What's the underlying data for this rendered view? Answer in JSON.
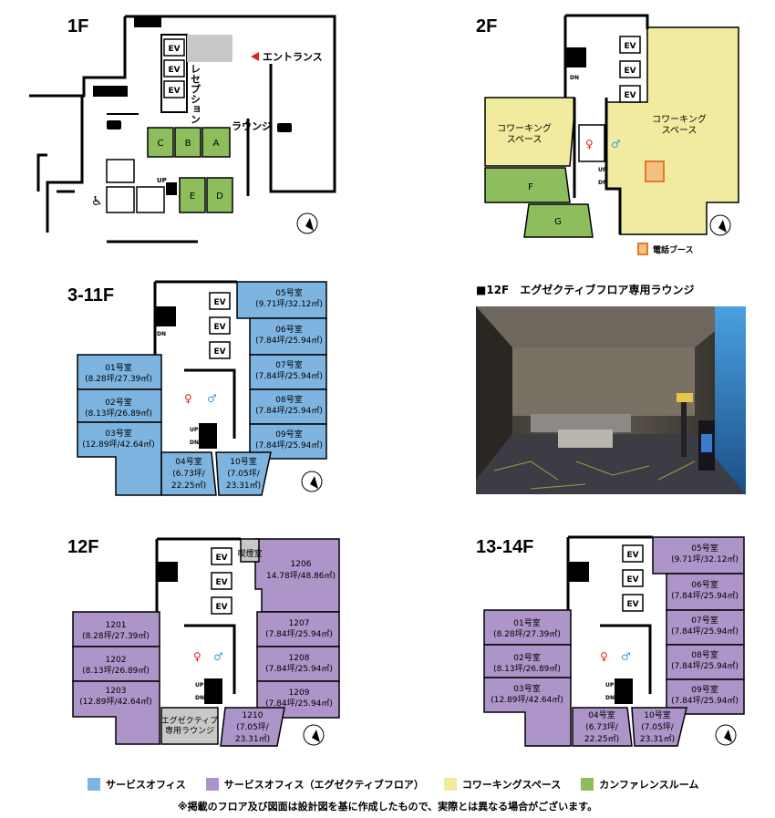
{
  "colors": {
    "service_office": "#7eb4e0",
    "executive_office": "#ad94c9",
    "coworking": "#f1eba0",
    "conference": "#8dbd5c",
    "booth": "#e07a2d",
    "wall": "#000000",
    "gray_room": "#c8c8c8"
  },
  "floor_1": {
    "title": "1F",
    "entrance_label": "エントランス",
    "reception_label": "レセプション",
    "lounge_label": "ラウンジ",
    "elevator_label": "EV",
    "up_label": "UP",
    "rooms": [
      "A",
      "B",
      "C",
      "D",
      "E"
    ]
  },
  "floor_2": {
    "title": "2F",
    "coworking_left": "コワーキング\nスペース",
    "coworking_right": "コワーキング\nスペース",
    "rooms": [
      "F",
      "G"
    ],
    "elevator_label": "EV",
    "up_label": "UP",
    "dn_label": "DN",
    "booth_label": "電話ブース"
  },
  "floor_3_11": {
    "title": "3-11F",
    "elevator_label": "EV",
    "up_label": "UP",
    "dn_label": "DN",
    "rooms": [
      {
        "name": "05号室",
        "size": "(9.71坪/32.12㎡)"
      },
      {
        "name": "06号室",
        "size": "(7.84坪/25.94㎡)"
      },
      {
        "name": "07号室",
        "size": "(7.84坪/25.94㎡)"
      },
      {
        "name": "08号室",
        "size": "(7.84坪/25.94㎡)"
      },
      {
        "name": "09号室",
        "size": "(7.84坪/25.94㎡)"
      },
      {
        "name": "01号室",
        "size": "(8.28坪/27.39㎡)"
      },
      {
        "name": "02号室",
        "size": "(8.13坪/26.89㎡)"
      },
      {
        "name": "03号室",
        "size": "(12.89坪/42.64㎡)"
      },
      {
        "name": "04号室",
        "size1": "(6.73坪/",
        "size2": "22.25㎡)"
      },
      {
        "name": "10号室",
        "size1": "(7.05坪/",
        "size2": "23.31㎡)"
      }
    ]
  },
  "photo": {
    "title": "■12F　エグゼクティブフロア専用ラウンジ"
  },
  "floor_12": {
    "title": "12F",
    "elevator_label": "EV",
    "up_label": "UP",
    "dn_label": "DN",
    "smoking_label": "喫煙室",
    "lounge_label": "エグゼクティブ\n専用ラウンジ",
    "rooms": [
      {
        "name": "1206",
        "size": "14.78坪/48.86㎡)"
      },
      {
        "name": "1207",
        "size": "(7.84坪/25.94㎡)"
      },
      {
        "name": "1208",
        "size": "(7.84坪/25.94㎡)"
      },
      {
        "name": "1209",
        "size": "(7.84坪/25.94㎡)"
      },
      {
        "name": "1201",
        "size": "(8.28坪/27.39㎡)"
      },
      {
        "name": "1202",
        "size": "(8.13坪/26.89㎡)"
      },
      {
        "name": "1203",
        "size": "(12.89坪/42.64㎡)"
      },
      {
        "name": "1210",
        "size1": "(7.05坪/",
        "size2": "23.31㎡)"
      }
    ]
  },
  "floor_13_14": {
    "title": "13-14F",
    "elevator_label": "EV",
    "up_label": "UP",
    "dn_label": "DN",
    "rooms": [
      {
        "name": "05号室",
        "size": "(9.71坪/32.12㎡)"
      },
      {
        "name": "06号室",
        "size": "(7.84坪/25.94㎡)"
      },
      {
        "name": "07号室",
        "size": "(7.84坪/25.94㎡)"
      },
      {
        "name": "08号室",
        "size": "(7.84坪/25.94㎡)"
      },
      {
        "name": "09号室",
        "size": "(7.84坪/25.94㎡)"
      },
      {
        "name": "01号室",
        "size": "(8.28坪/27.39㎡)"
      },
      {
        "name": "02号室",
        "size": "(8.13坪/26.89㎡)"
      },
      {
        "name": "03号室",
        "size": "(12.89坪/42.64㎡)"
      },
      {
        "name": "04号室",
        "size1": "(6.73坪/",
        "size2": "22.25㎡)"
      },
      {
        "name": "10号室",
        "size1": "(7.05坪/",
        "size2": "23.31㎡)"
      }
    ]
  },
  "legend": [
    {
      "label": "サービスオフィス",
      "color": "#7eb4e0"
    },
    {
      "label": "サービスオフィス（エグゼクティブフロア）",
      "color": "#ad94c9"
    },
    {
      "label": "コワーキングスペース",
      "color": "#f1eba0"
    },
    {
      "label": "カンファレンスルーム",
      "color": "#8dbd5c"
    }
  ],
  "note": "※掲載のフロア及び図面は設計図を基に作成したもので、実際とは異なる場合がございます。"
}
